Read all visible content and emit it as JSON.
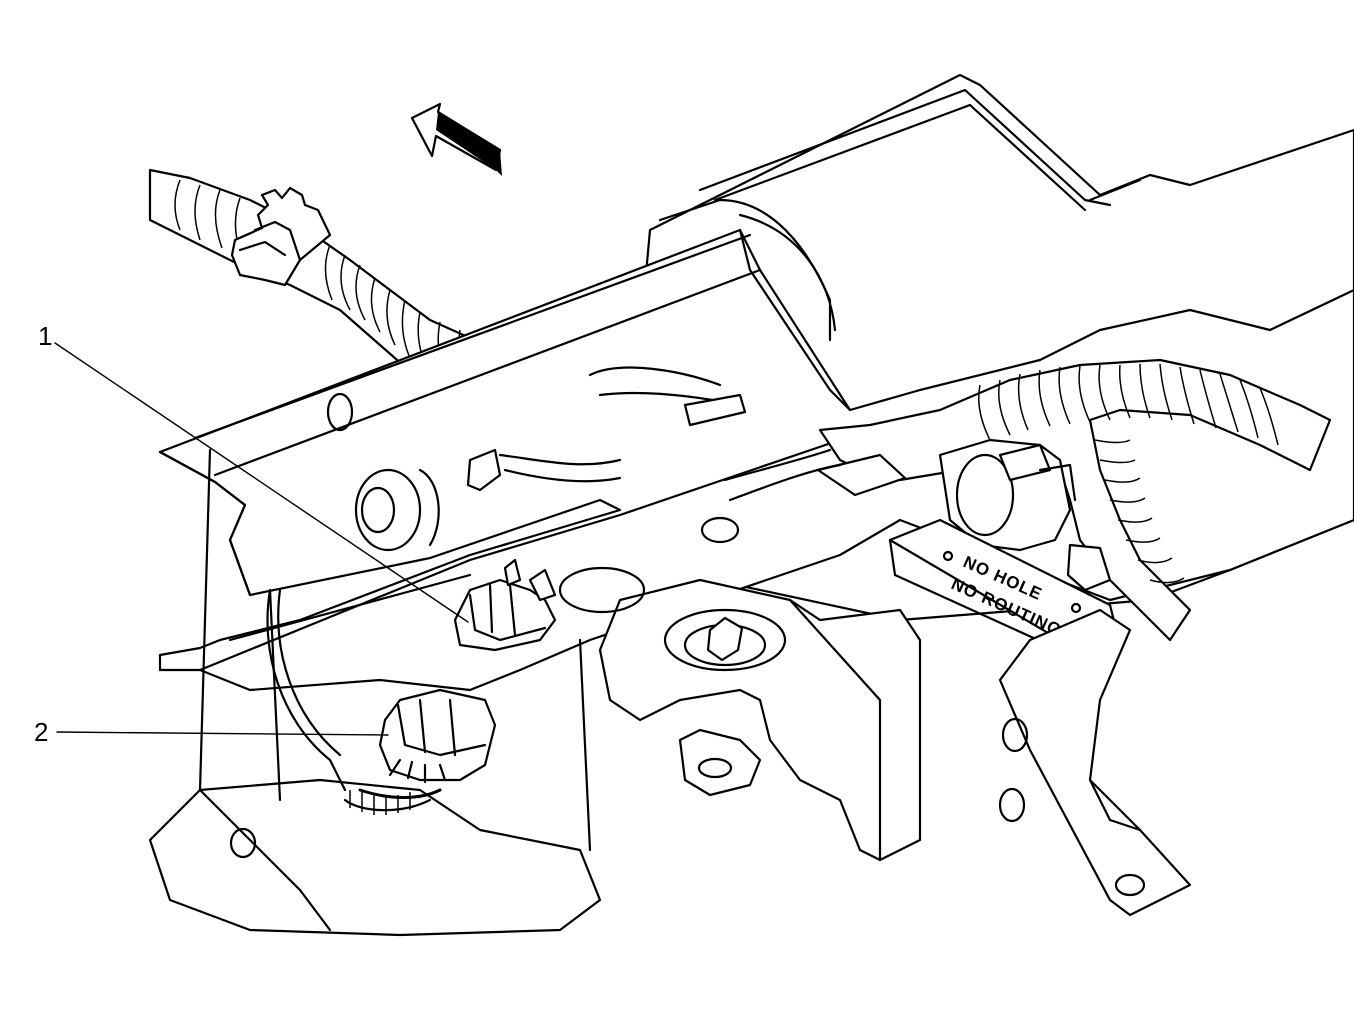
{
  "figure": {
    "callouts": [
      {
        "id": "1",
        "label": "1"
      },
      {
        "id": "2",
        "label": "2"
      }
    ],
    "plate": {
      "line1": "NO HOLE",
      "line2": "NO ROUTING"
    },
    "colors": {
      "ink": "#000000",
      "paper": "#ffffff"
    },
    "icons": [
      "direction-arrow-icon"
    ]
  }
}
